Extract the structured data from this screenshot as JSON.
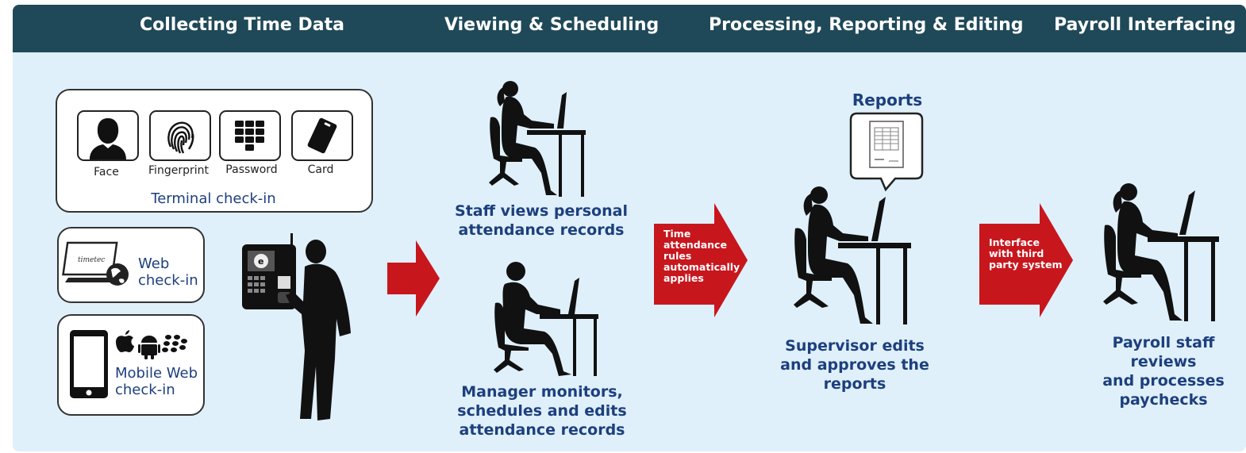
{
  "header": {
    "stage1": "Collecting Time Data",
    "stage2": "Viewing & Scheduling",
    "stage3": "Processing, Reporting & Editing",
    "stage4": "Payroll Interfacing"
  },
  "terminal": {
    "face": "Face",
    "fingerprint": "Fingerprint",
    "password": "Password",
    "card": "Card",
    "title": "Terminal check-in"
  },
  "web": {
    "line1": "Web",
    "line2": "check-in"
  },
  "mobile": {
    "line1": "Mobile Web",
    "line2": "check-in"
  },
  "staff": {
    "line1": "Staff views personal",
    "line2": "attendance records"
  },
  "manager": {
    "line1": "Manager monitors,",
    "line2": "schedules and edits",
    "line3": "attendance records"
  },
  "rules_arrow": {
    "line1": "Time",
    "line2": "attendance",
    "line3": "rules",
    "line4": "automatically",
    "line5": "applies"
  },
  "reports": {
    "title": "Reports"
  },
  "supervisor": {
    "line1": "Supervisor edits",
    "line2": "and approves the",
    "line3": "reports"
  },
  "interface_arrow": {
    "line1": "Interface",
    "line2": "with third",
    "line3": "party system"
  },
  "payroll": {
    "line1": "Payroll staff reviews",
    "line2": "and processes",
    "line3": "paychecks"
  },
  "colors": {
    "header_bg": "#1f4958",
    "panel_bg": "#dff0fb",
    "arrow_red": "#c8161d",
    "caption_blue": "#1d3f7d"
  }
}
